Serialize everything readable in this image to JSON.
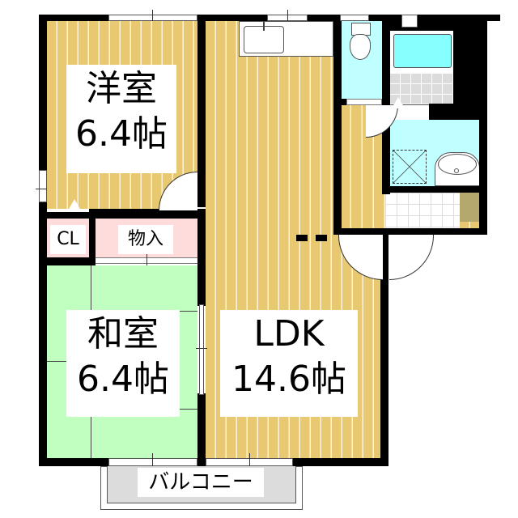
{
  "floor_plan": {
    "rooms": {
      "western_room": {
        "name": "洋室",
        "size": "6.4帖"
      },
      "japanese_room": {
        "name": "和室",
        "size": "6.4帖"
      },
      "ldk": {
        "name": "LDK",
        "size": "14.6帖"
      },
      "closet": {
        "name": "CL"
      },
      "storage": {
        "name": "物入"
      },
      "balcony": {
        "name": "バルコニー"
      }
    },
    "colors": {
      "wall": "#000000",
      "wood_floor": "#e8c870",
      "tatami": "#c0ffc0",
      "closet": "#ffdcdc",
      "wet_area": "#c0ffff",
      "bathtub": "#88ffff",
      "balcony": "#dcdcdc",
      "shoe_storage": "#b4a86c"
    }
  }
}
